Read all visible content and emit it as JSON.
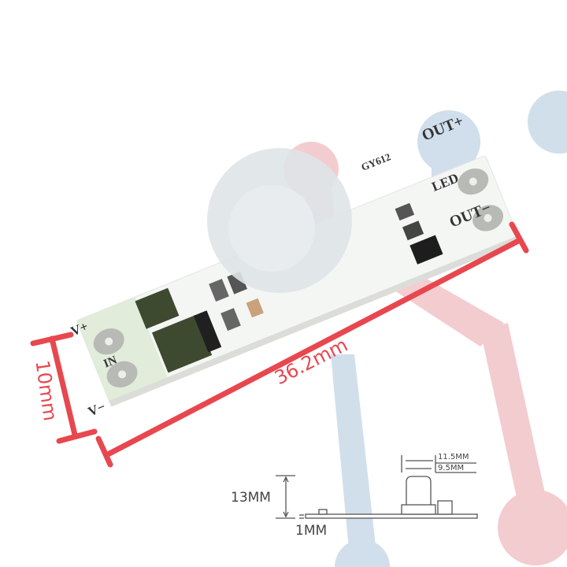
{
  "image": {
    "subject": "PIR motion sensor module PCB",
    "colors": {
      "background": "#ffffff",
      "dimension_red": "#e8474f",
      "pcb_white": "#f4f6f4",
      "pcb_edge_green": "#d9e8d0",
      "component_dark_green": "#3e4a30",
      "lens_grey": "#dfe4e8",
      "watermark_blue": "#c9d9e8",
      "watermark_pink": "#f2c4c8",
      "drawing_grey": "#555555"
    }
  },
  "pcb_labels": {
    "out_plus": "OUT+",
    "out_minus": "OUT−",
    "led": "LED",
    "chip": "GY612",
    "v_plus": "V+",
    "in": "IN",
    "v_minus": "V−"
  },
  "dimensions": {
    "length": "36.2mm",
    "width": "10mm"
  },
  "side_drawing": {
    "height": "13MM",
    "thickness": "1MM",
    "lens_outer": "11.5MM",
    "lens_inner": "9.5MM"
  }
}
